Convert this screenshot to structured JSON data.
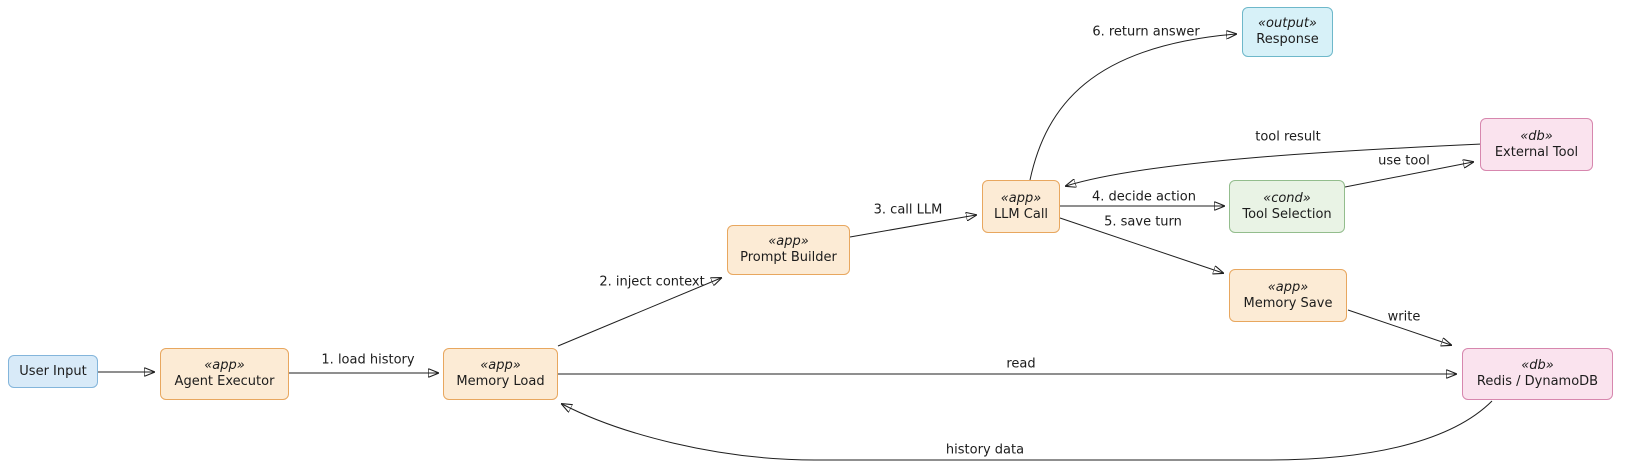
{
  "diagram_type": "flowchart",
  "nodes": {
    "user_input": {
      "name": "User Input",
      "type": "input"
    },
    "agent_executor": {
      "stereotype": "«app»",
      "name": "Agent Executor",
      "type": "app"
    },
    "memory_load": {
      "stereotype": "«app»",
      "name": "Memory Load",
      "type": "app"
    },
    "prompt_builder": {
      "stereotype": "«app»",
      "name": "Prompt Builder",
      "type": "app"
    },
    "llm_call": {
      "stereotype": "«app»",
      "name": "LLM Call",
      "type": "app"
    },
    "response": {
      "stereotype": "«output»",
      "name": "Response",
      "type": "output"
    },
    "tool_selection": {
      "stereotype": "«cond»",
      "name": "Tool Selection",
      "type": "cond"
    },
    "external_tool": {
      "stereotype": "«db»",
      "name": "External Tool",
      "type": "db"
    },
    "memory_save": {
      "stereotype": "«app»",
      "name": "Memory Save",
      "type": "app"
    },
    "redis_dynamodb": {
      "stereotype": "«db»",
      "name": "Redis / DynamoDB",
      "type": "db"
    }
  },
  "edges": {
    "user_to_executor": {
      "from": "user_input",
      "to": "agent_executor",
      "label": ""
    },
    "load_history": {
      "from": "agent_executor",
      "to": "memory_load",
      "label": "1. load history"
    },
    "inject_context": {
      "from": "memory_load",
      "to": "prompt_builder",
      "label": "2. inject context"
    },
    "call_llm": {
      "from": "prompt_builder",
      "to": "llm_call",
      "label": "3. call LLM"
    },
    "decide_action": {
      "from": "llm_call",
      "to": "tool_selection",
      "label": "4. decide action"
    },
    "save_turn": {
      "from": "llm_call",
      "to": "memory_save",
      "label": "5. save turn"
    },
    "return_answer": {
      "from": "llm_call",
      "to": "response",
      "label": "6. return answer"
    },
    "use_tool": {
      "from": "tool_selection",
      "to": "external_tool",
      "label": "use tool"
    },
    "tool_result": {
      "from": "external_tool",
      "to": "llm_call",
      "label": "tool result"
    },
    "write": {
      "from": "memory_save",
      "to": "redis_dynamodb",
      "label": "write"
    },
    "read": {
      "from": "memory_load",
      "to": "redis_dynamodb",
      "label": "read"
    },
    "history_data": {
      "from": "redis_dynamodb",
      "to": "memory_load",
      "label": "history data"
    }
  },
  "colors": {
    "app_fill": "#FCEBD5",
    "app_border": "#E8A75F",
    "input_fill": "#D8EAF8",
    "input_border": "#83B5DB",
    "output_fill": "#D7F1F8",
    "output_border": "#6EB8CA",
    "cond_fill": "#E9F3E5",
    "cond_border": "#93BD8D",
    "db_fill": "#FAE3EE",
    "db_border": "#D787AE",
    "edge": "#1F1F1F",
    "text": "#1C1C1C",
    "background": "#FFFFFF"
  }
}
